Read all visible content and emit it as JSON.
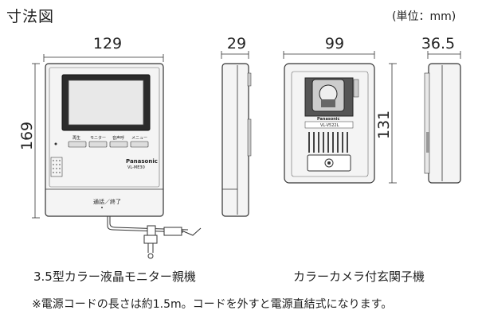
{
  "title": "寸法図",
  "unit": "(単位：mm)",
  "dimensions": {
    "monitor_width": "129",
    "monitor_height": "169",
    "monitor_depth": "29",
    "camera_width": "99",
    "camera_height": "131",
    "camera_depth": "36.5"
  },
  "monitor_labels": {
    "button_1": "再生",
    "button_2": "モニター",
    "button_3": "音声呼",
    "button_4": "メニュー",
    "brand": "Panasonic",
    "model": "VL-ME30",
    "talk_button": "通話／終了"
  },
  "camera_labels": {
    "brand": "Panasonic",
    "model": "VL-V522L"
  },
  "captions": {
    "monitor": "3.5型カラー液晶モニター親機",
    "camera": "カラーカメラ付玄関子機"
  },
  "note": "※電源コードの長さは約1.5m。コードを外すと電源直結式になります。"
}
